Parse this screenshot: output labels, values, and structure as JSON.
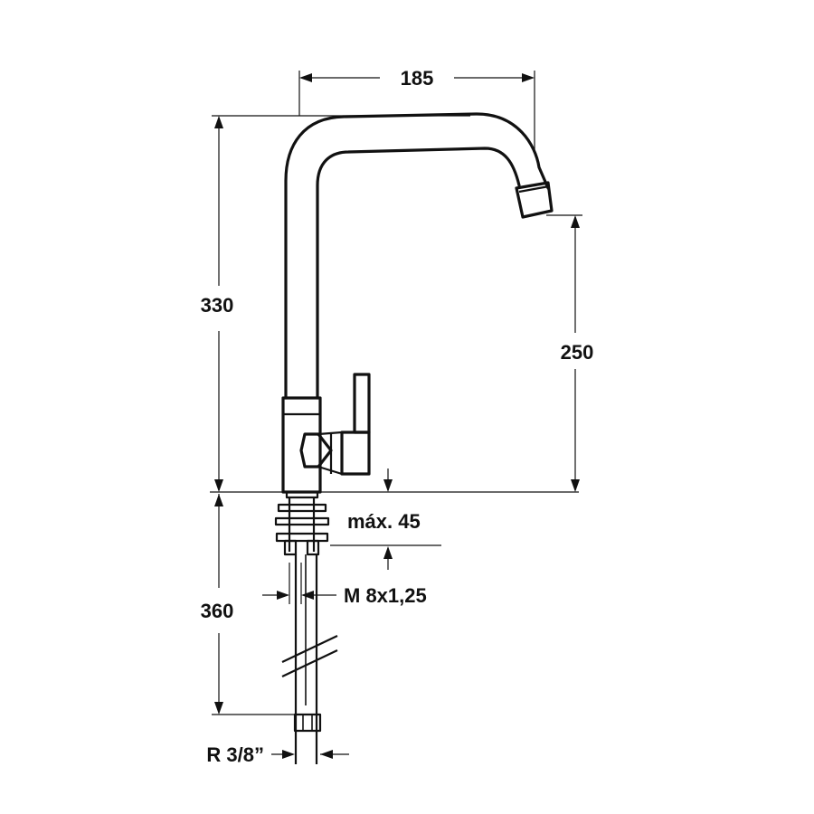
{
  "dimensions": {
    "width_spout": "185",
    "height_total": "330",
    "height_under_spout": "250",
    "max_thickness": "máx. 45",
    "thread_stud": "M 8x1,25",
    "hose_length": "360",
    "hose_connection": "R 3/8”"
  }
}
